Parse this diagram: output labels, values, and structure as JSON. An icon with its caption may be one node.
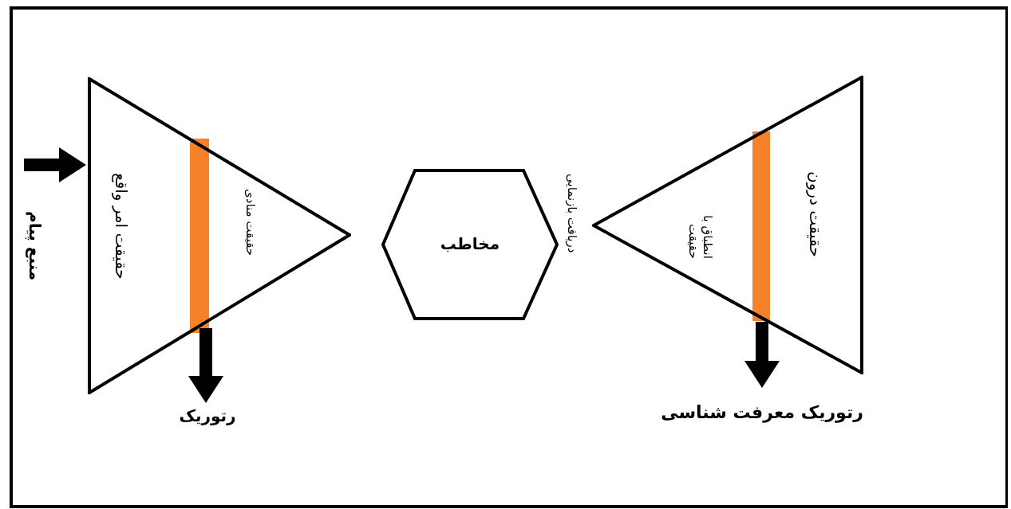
{
  "diagram": {
    "nodes": [
      {
        "text": [
          "حقیقت امر واقع",
          "حقیقت منادی"
        ]
      },
      {
        "text": [],
        "shape": "bar",
        "in": 0
      },
      {
        "text": [
          "رتوریک"
        ]
      },
      {
        "text": [
          "مخاطب"
        ]
      },
      {
        "text": [
          "انطباق با حقیقت",
          "حقیقت درون"
        ]
      },
      {
        "text": [],
        "shape": "bar",
        "in": 4
      },
      {
        "text": [
          "رتوریک معرفت شناسی"
        ]
      }
    ],
    "edges": [
      {
        "from": null,
        "to": 0,
        "arrow": "to"
      },
      {
        "from": 0,
        "to": 2,
        "arrow": "to"
      },
      {
        "from": 4,
        "to": 6,
        "arrow": "to"
      }
    ],
    "labels": [
      "منبع پیام",
      "دریافت بازنمایی"
    ]
  }
}
